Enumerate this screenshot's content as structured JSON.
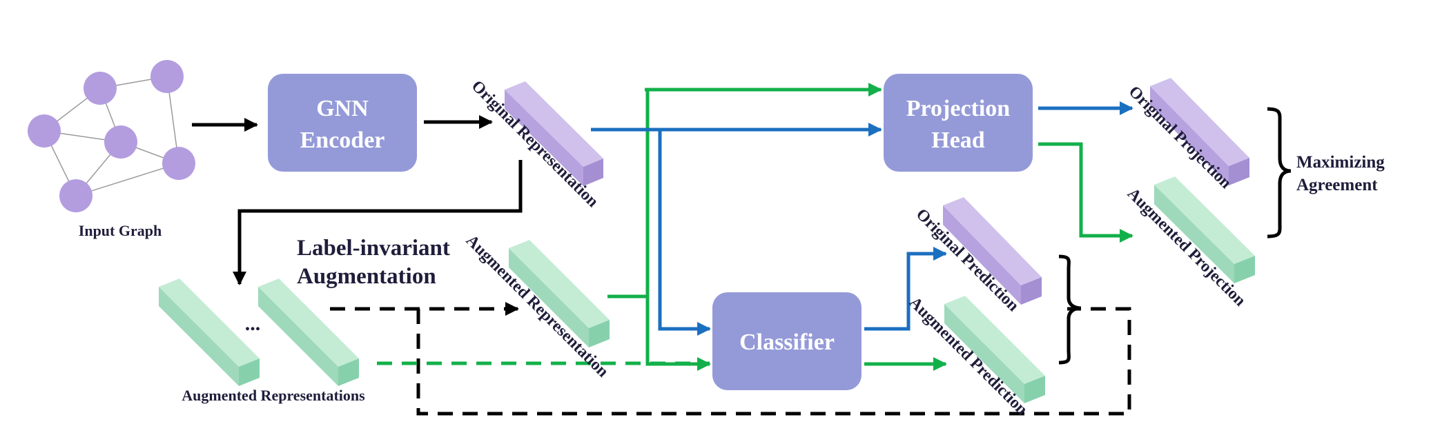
{
  "colors": {
    "node": "#b39ddf",
    "box": "#949ad8",
    "purple_bar": "#b6a2de",
    "green_bar": "#9ed9bb",
    "green_arrow": "#12b04a",
    "blue_arrow": "#1b6fbf",
    "black": "#000000",
    "text": "#1f1d3a"
  },
  "labels": {
    "input_graph": "Input Graph",
    "augmented_representations": "Augmented Representations",
    "ellipsis": "...",
    "aug_title_line1": "Label-invariant",
    "aug_title_line2": "Augmentation",
    "original_representation": "Original Representation",
    "augmented_representation": "Augmented Representation",
    "original_projection": "Original Projection",
    "augmented_projection": "Augmented Projection",
    "original_prediction": "Original Prediction",
    "augmented_prediction": "Augmented Prediction",
    "agreement_line1": "Maximizing",
    "agreement_line2": "Agreement"
  },
  "boxes": {
    "gnn_line1": "GNN",
    "gnn_line2": "Encoder",
    "proj_line1": "Projection",
    "proj_line2": "Head",
    "classifier": "Classifier"
  }
}
